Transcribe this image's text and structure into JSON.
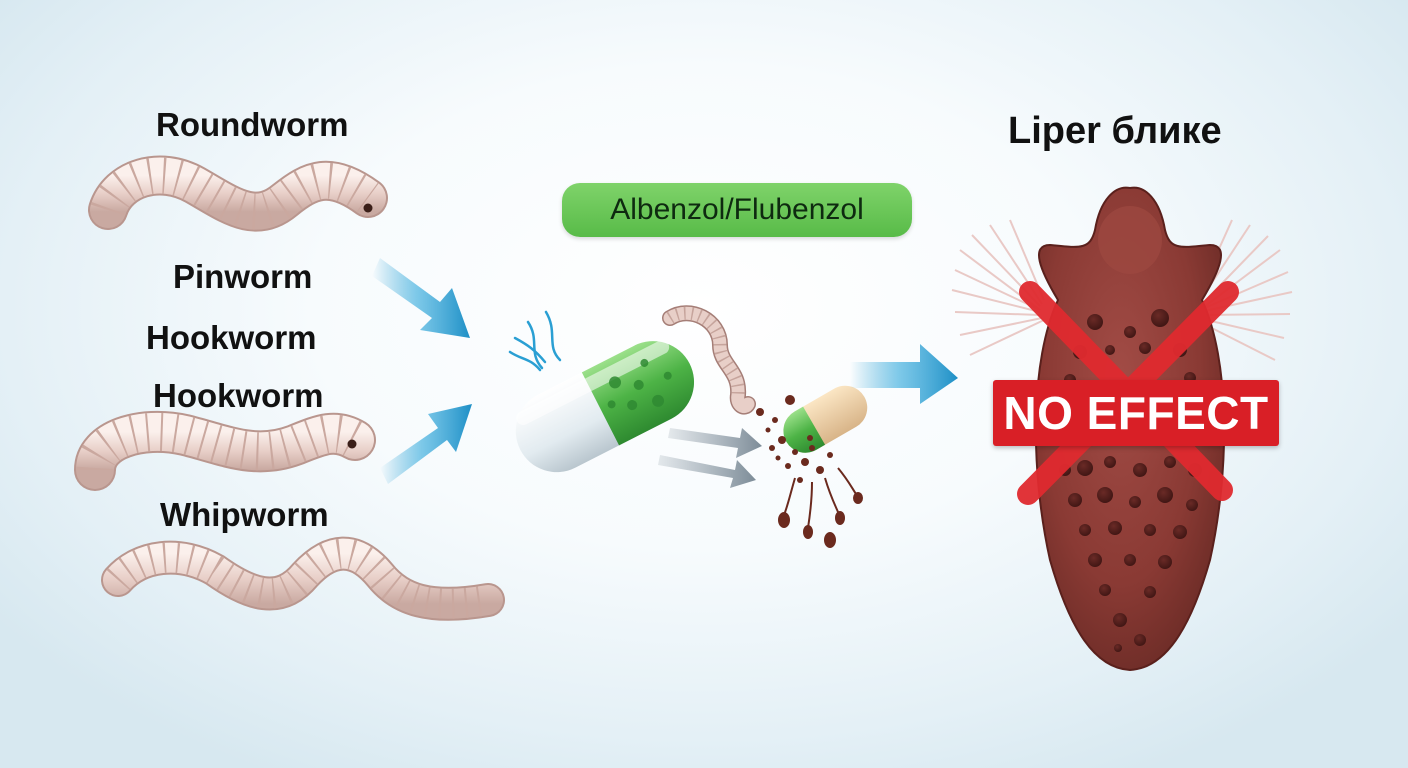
{
  "worm_labels": {
    "roundworm": "Roundworm",
    "pinworm": "Pinworm",
    "hookworm_1": "Hookworm",
    "hookworm_2": "Hookworm",
    "whipworm": "Whipworm"
  },
  "drug": {
    "name": "Albenzol/Flubenzol",
    "badge_color": "#5fc04f"
  },
  "fluke": {
    "label": "Liper блике",
    "banner_text": "NO EFFECT",
    "banner_color": "#d91f26",
    "body_color": "#8a3a34"
  },
  "colors": {
    "worm": "#ead5cf",
    "arrow": "#2a9fd3",
    "capsule_green": "#4db346",
    "capsule_white": "#e6eef2",
    "cross": "#e02a2f"
  }
}
